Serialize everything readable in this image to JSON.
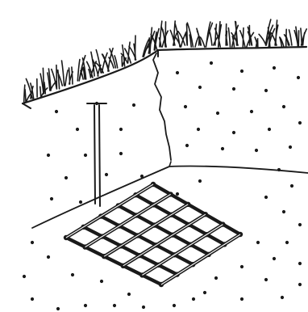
{
  "illustration": {
    "ink_color": "#1a1a1a",
    "background_color": "#ffffff",
    "elements": [
      "grass-tuft-icon",
      "soil-cross-section",
      "soil-crack",
      "ground-rod",
      "grounding-grid-mat"
    ],
    "grid": {
      "rows": 5,
      "columns": 5
    }
  }
}
